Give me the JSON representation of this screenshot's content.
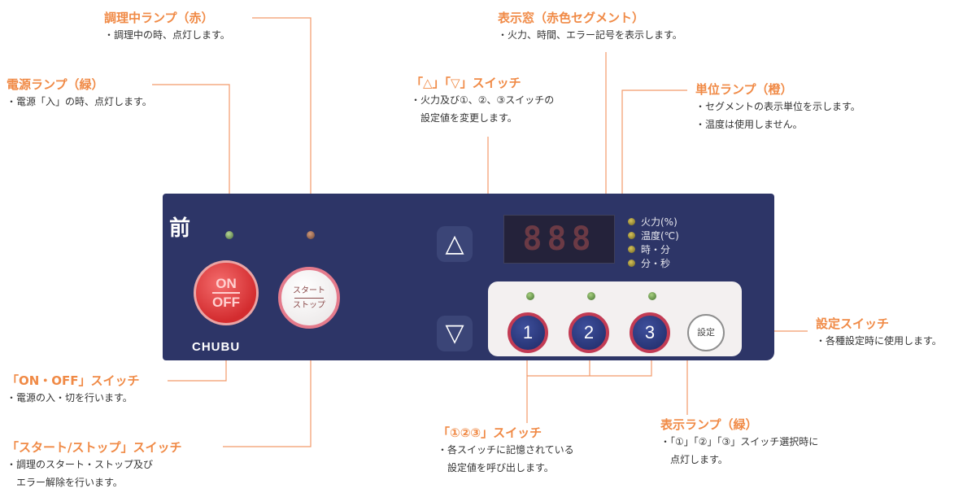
{
  "panel": {
    "front_label": "前",
    "brand": "CHUBU",
    "on_label": "ON",
    "off_label": "OFF",
    "start_label": "スタート",
    "stop_label": "ストップ",
    "up_symbol": "△",
    "down_symbol": "▽",
    "display_digits": "888",
    "units": [
      "火力(%)",
      "温度(℃)",
      "時・分",
      "分・秒"
    ],
    "memory_buttons": [
      "1",
      "2",
      "3"
    ],
    "set_label": "設定",
    "colors": {
      "panel": "#2d3567",
      "accent": "#f08a46",
      "line": "#f29a6a",
      "on_button": "#d32c2f"
    }
  },
  "callouts": {
    "cooking_lamp": {
      "title": "調理中ランプ（赤）",
      "lines": [
        "・調理中の時、点灯します。"
      ]
    },
    "power_lamp": {
      "title": "電源ランプ（緑）",
      "lines": [
        "・電源「入」の時、点灯します。"
      ]
    },
    "display_window": {
      "title": "表示窓（赤色セグメント）",
      "lines": [
        "・火力、時間、エラー記号を表示します。"
      ]
    },
    "updown_switch": {
      "title": "「△」「▽」スイッチ",
      "lines": [
        "・火力及び①、②、③スイッチの",
        "　設定値を変更します。"
      ]
    },
    "unit_lamp": {
      "title": "単位ランプ（橙）",
      "lines": [
        "・セグメントの表示単位を示します。",
        "・温度は使用しません。"
      ]
    },
    "set_switch": {
      "title": "設定スイッチ",
      "lines": [
        "・各種設定時に使用します。"
      ]
    },
    "onoff_switch": {
      "title": "「ON・OFF」スイッチ",
      "lines": [
        "・電源の入・切を行います。"
      ]
    },
    "startstop_switch": {
      "title": "「スタート/ストップ」スイッチ",
      "lines": [
        "・調理のスタート・ストップ及び",
        "　エラー解除を行います。"
      ]
    },
    "memory_switch": {
      "title": "「①②③」スイッチ",
      "lines": [
        "・各スイッチに記憶されている",
        "　設定値を呼び出します。"
      ]
    },
    "indicator_lamp": {
      "title": "表示ランプ（緑）",
      "lines": [
        "・「①」「②」「③」スイッチ選択時に",
        "　点灯します。"
      ]
    }
  }
}
